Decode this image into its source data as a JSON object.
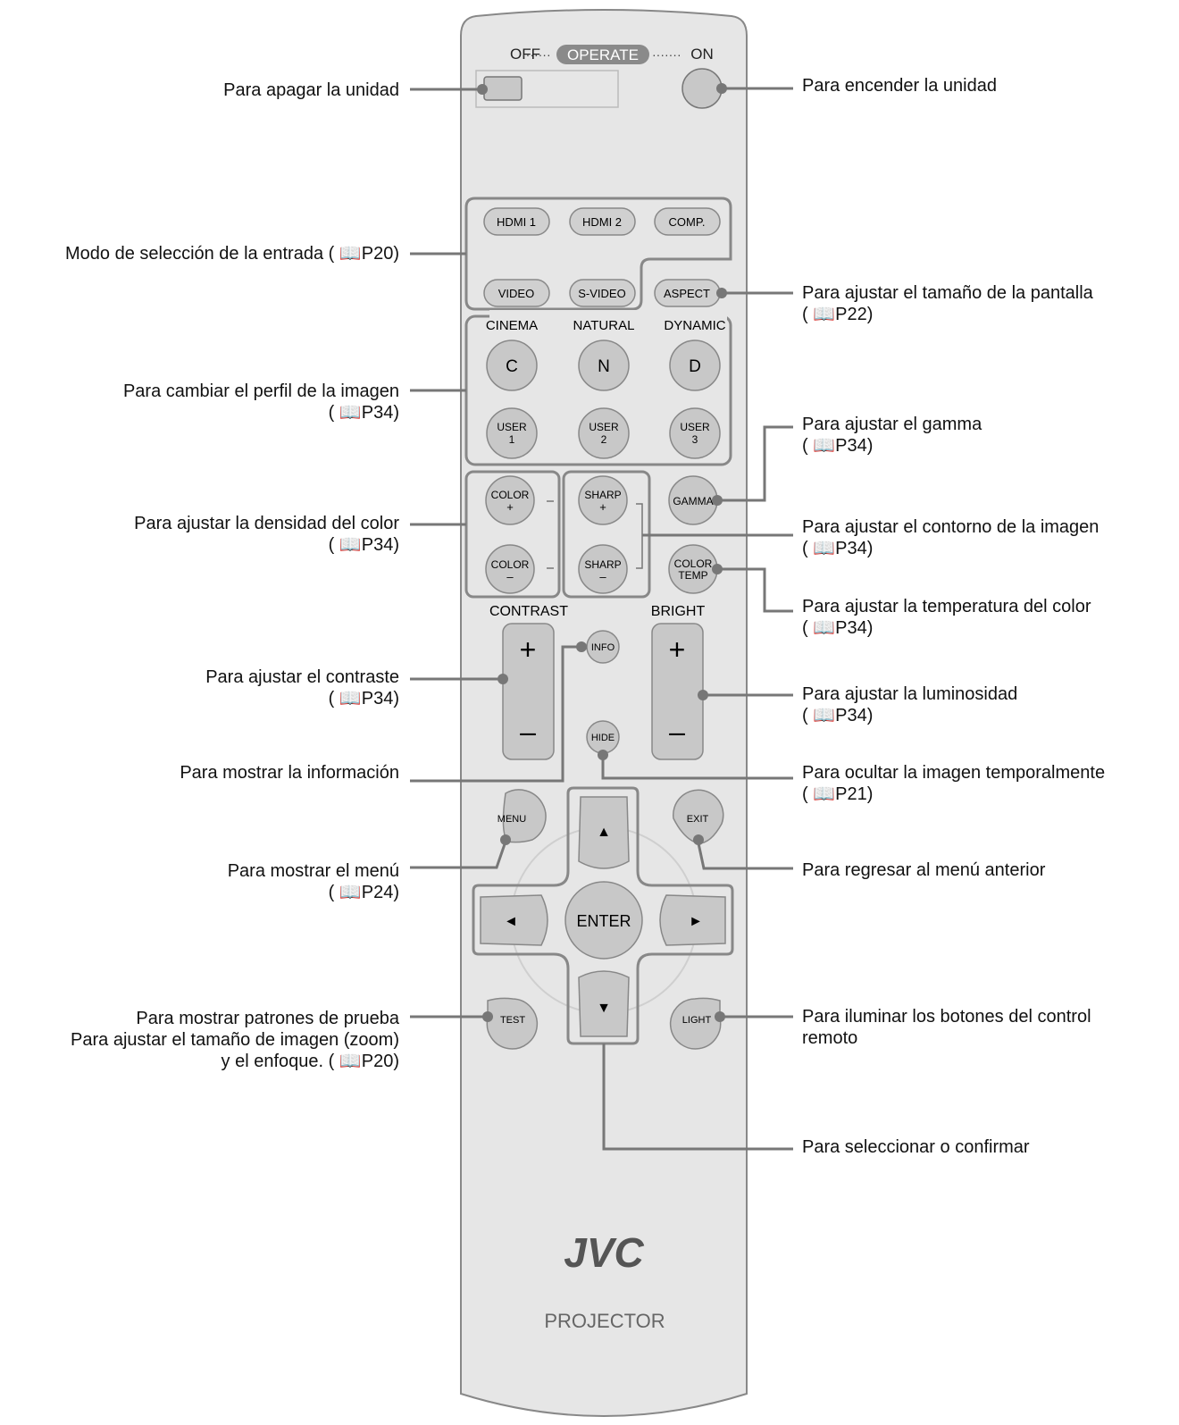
{
  "remote": {
    "brand": "JVC",
    "model": "PROJECTOR",
    "operate": {
      "off": "OFF",
      "label": "OPERATE",
      "on": "ON",
      "dots": "·······"
    },
    "input_buttons": [
      "HDMI 1",
      "HDMI 2",
      "COMP.",
      "VIDEO",
      "S-VIDEO",
      "ASPECT"
    ],
    "mode_headers": [
      "CINEMA",
      "NATURAL",
      "DYNAMIC"
    ],
    "mode_buttons": [
      "C",
      "N",
      "D"
    ],
    "user_buttons": [
      [
        "USER",
        "1"
      ],
      [
        "USER",
        "2"
      ],
      [
        "USER",
        "3"
      ]
    ],
    "color_plus": [
      "COLOR",
      "+"
    ],
    "color_minus": [
      "COLOR",
      "–"
    ],
    "sharp_plus": [
      "SHARP",
      "+"
    ],
    "sharp_minus": [
      "SHARP",
      "–"
    ],
    "gamma": "GAMMA",
    "color_temp": [
      "COLOR",
      "TEMP"
    ],
    "contrast": "CONTRAST",
    "bright": "BRIGHT",
    "plus": "+",
    "minus": "–",
    "info": "INFO",
    "hide": "HIDE",
    "menu": "MENU",
    "exit": "EXIT",
    "enter": "ENTER",
    "test": "TEST",
    "light": "LIGHT",
    "arrow_up": "▲",
    "arrow_down": "▼",
    "arrow_left": "◄",
    "arrow_right": "►"
  },
  "callouts_left": {
    "off": [
      "Para apagar la unidad"
    ],
    "input": [
      "Modo de selección de la entrada ( ",
      "P20)"
    ],
    "profile": [
      "Para cambiar el perfil de la imagen",
      "( ",
      "P34)"
    ],
    "color": [
      "Para ajustar la densidad del color",
      "( ",
      "P34)"
    ],
    "contrast": [
      "Para ajustar el contraste",
      "( ",
      "P34)"
    ],
    "info": [
      "Para mostrar la información"
    ],
    "menu": [
      "Para mostrar el menú",
      "( ",
      "P24)"
    ],
    "test": [
      "Para mostrar patrones de prueba",
      "Para ajustar el tamaño de imagen (zoom)",
      "y el enfoque. ( ",
      "P20)"
    ]
  },
  "callouts_right": {
    "on": [
      "Para encender la unidad"
    ],
    "aspect": [
      "Para ajustar el tamaño de la pantalla",
      "( ",
      "P22)"
    ],
    "gamma": [
      "Para ajustar el gamma",
      "( ",
      "P34)"
    ],
    "sharp": [
      "Para ajustar el contorno de la imagen",
      "( ",
      "P34)"
    ],
    "colortemp": [
      "Para ajustar la temperatura del color",
      "( ",
      "P34)"
    ],
    "bright": [
      "Para ajustar la luminosidad",
      "( ",
      "P34)"
    ],
    "hide": [
      "Para ocultar la imagen temporalmente",
      "( ",
      "P21)"
    ],
    "exit": [
      "Para regresar al menú anterior"
    ],
    "light": [
      "Para iluminar los botones del control",
      "remoto"
    ],
    "cursor": [
      "Para seleccionar o confirmar"
    ]
  },
  "book_icon": "📖"
}
